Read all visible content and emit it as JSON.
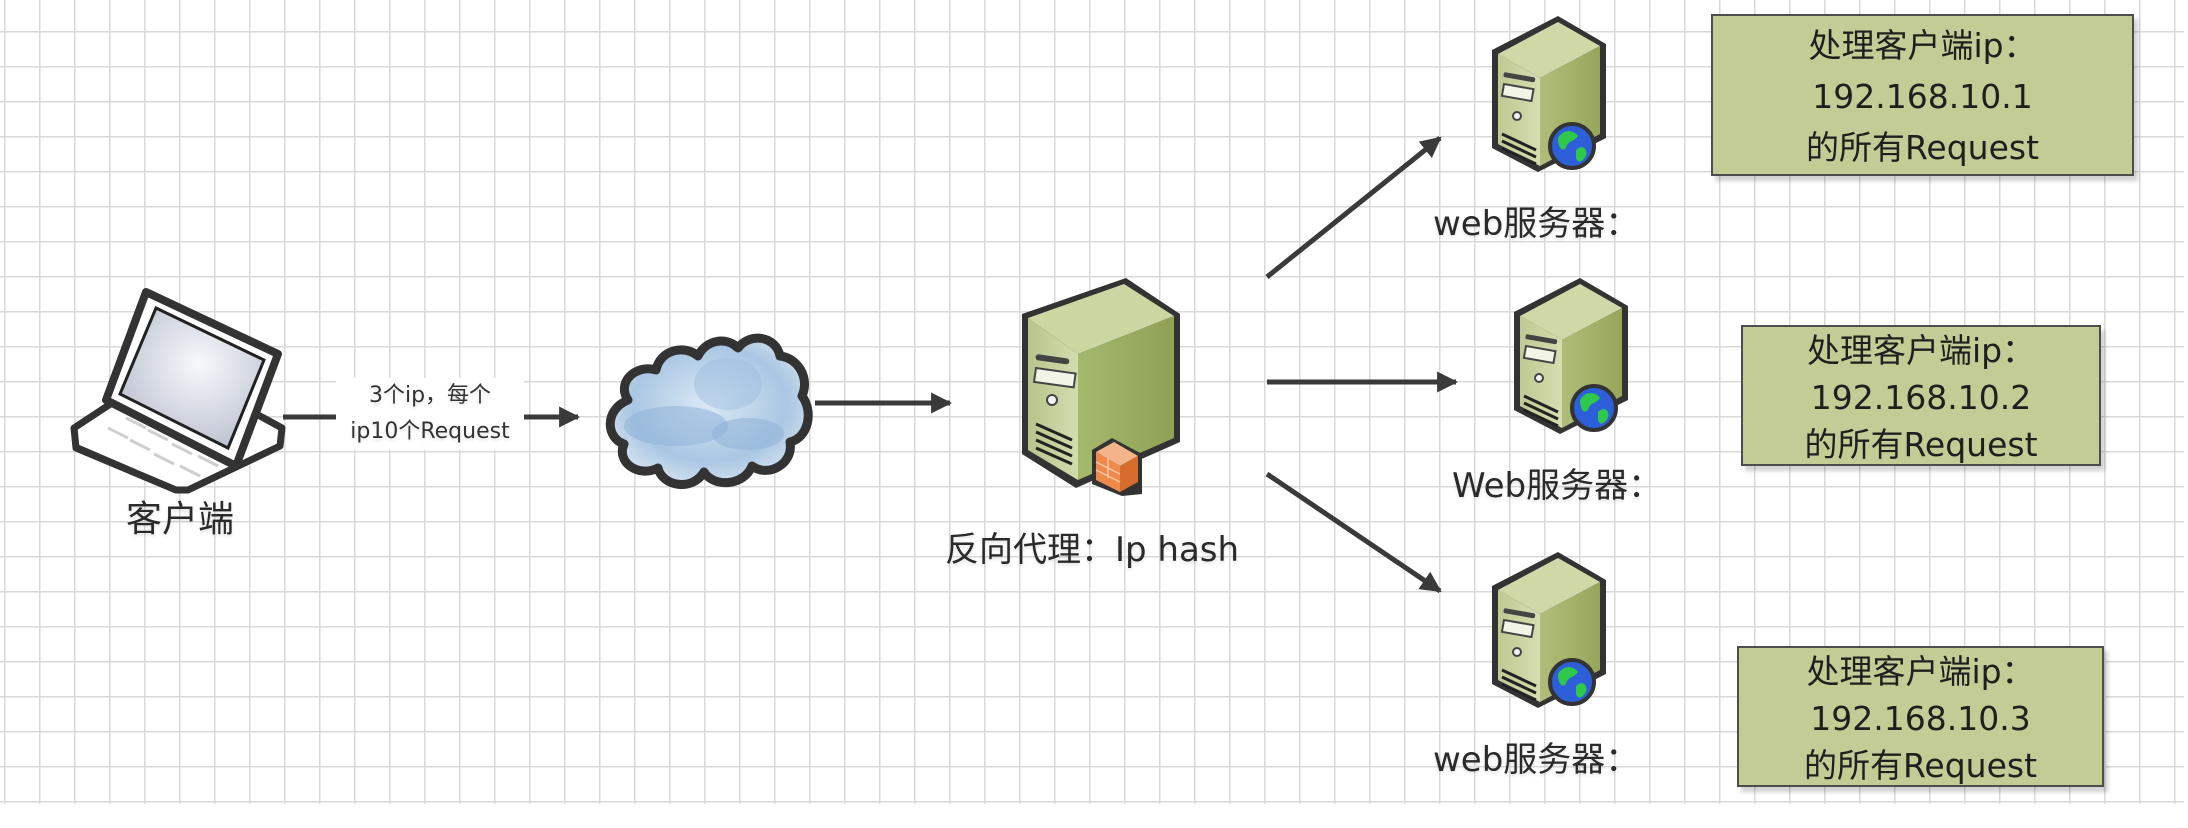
{
  "diagram": {
    "title": "",
    "nodes": {
      "client": {
        "icon": "laptop-icon",
        "label": "客户端"
      },
      "internet": {
        "icon": "cloud-icon"
      },
      "proxy": {
        "icon": "firewall-server-icon",
        "label": "反向代理：Ip hash"
      },
      "servers": [
        {
          "icon": "web-server-icon",
          "label": "web服务器："
        },
        {
          "icon": "web-server-icon",
          "label": "Web服务器："
        },
        {
          "icon": "web-server-icon",
          "label": "web服务器："
        }
      ]
    },
    "edges": [
      {
        "from": "client",
        "to": "internet",
        "label_lines": [
          "3个ip，每个",
          "ip10个Request"
        ]
      },
      {
        "from": "internet",
        "to": "proxy"
      },
      {
        "from": "proxy",
        "to": "servers.0"
      },
      {
        "from": "proxy",
        "to": "servers.1"
      },
      {
        "from": "proxy",
        "to": "servers.2"
      }
    ],
    "notes": [
      {
        "lines": [
          "处理客户端ip：",
          "192.168.10.1",
          "的所有Request"
        ]
      },
      {
        "lines": [
          "处理客户端ip：",
          "192.168.10.2",
          "的所有Request"
        ]
      },
      {
        "lines": [
          "处理客户端ip：",
          "192.168.10.3",
          "的所有Request"
        ]
      }
    ]
  },
  "colors": {
    "grid_line": "#d9d9d9",
    "note_fill": "#c2cc94",
    "note_border": "#4d4d4d",
    "arrow": "#3a3a3a",
    "server_front": "#c9d29c",
    "server_side": "#9fb064",
    "firewall": "#f08a4b",
    "cloud": "#9fc0df"
  }
}
